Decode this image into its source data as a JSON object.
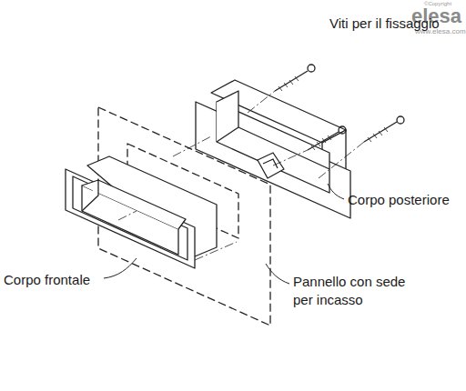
{
  "diagram": {
    "labels": [
      "©Copyright",
      "elesa",
      "www.elesa.com",
      "Viti per il fissaggio",
      "Corpo posteriore",
      "Corpo frontale",
      "Pannello con sede per incasso"
    ]
  }
}
